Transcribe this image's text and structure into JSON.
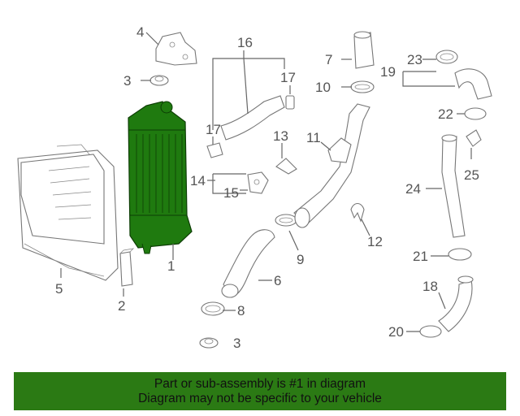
{
  "callouts": {
    "c1": "1",
    "c2": "2",
    "c3a": "3",
    "c3b": "3",
    "c4": "4",
    "c5": "5",
    "c6": "6",
    "c7": "7",
    "c8": "8",
    "c9": "9",
    "c10": "10",
    "c11": "11",
    "c12": "12",
    "c13": "13",
    "c14": "14",
    "c15": "15",
    "c16": "16",
    "c17a": "17",
    "c17b": "17",
    "c18": "18",
    "c19": "19",
    "c20": "20",
    "c21": "21",
    "c22": "22",
    "c23": "23",
    "c24": "24",
    "c25": "25"
  },
  "highlight_part": "1",
  "colors": {
    "highlight": "#1f7a0f",
    "banner": "#2b7a14",
    "line": "#666666"
  },
  "banner": {
    "line1": "Part or sub-assembly is #1 in diagram",
    "line2": "Diagram may not be specific to your vehicle"
  }
}
